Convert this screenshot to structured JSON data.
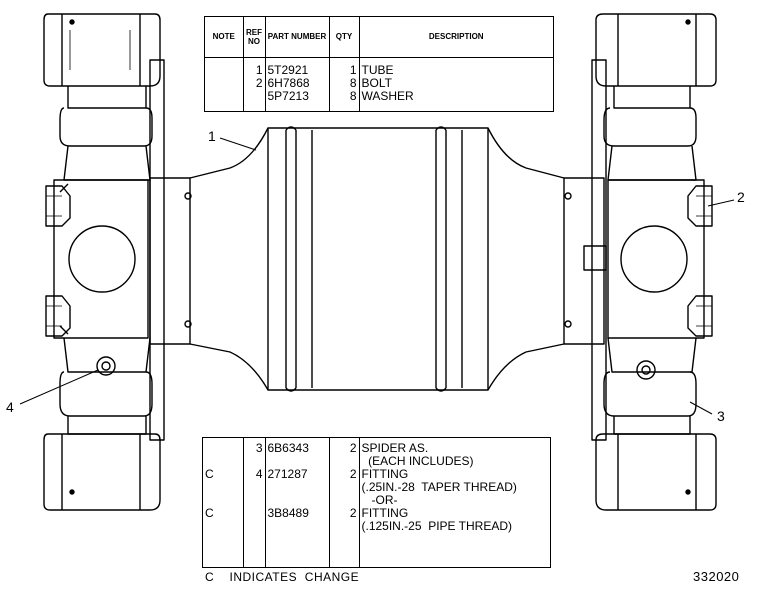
{
  "parts_table_top": {
    "headers": {
      "note": "NOTE",
      "ref_no": "REF NO",
      "part_number": "PART NUMBER",
      "qty": "QTY",
      "description": "DESCRIPTION"
    },
    "rows": [
      {
        "note": "",
        "ref": "1",
        "part": "5T2921",
        "qty": "1",
        "desc": "TUBE"
      },
      {
        "note": "",
        "ref": "2",
        "part": "6H7868",
        "qty": "8",
        "desc": "BOLT"
      },
      {
        "note": "",
        "ref": "",
        "part": "5P7213",
        "qty": "8",
        "desc": "WASHER"
      }
    ]
  },
  "parts_table_bottom": {
    "rows": [
      {
        "note": "",
        "ref": "3",
        "part": "6B6343",
        "qty": "2",
        "desc": [
          "SPIDER AS.",
          "  (EACH INCLUDES)"
        ]
      },
      {
        "note": "C",
        "ref": "4",
        "part": "271287",
        "qty": "2",
        "desc": [
          "FITTING",
          "(.25IN.-28  TAPER THREAD)",
          "   -OR-"
        ]
      },
      {
        "note": "C",
        "ref": "",
        "part": "3B8489",
        "qty": "2",
        "desc": [
          "FITTING",
          "(.125IN.-25  PIPE THREAD)"
        ]
      }
    ]
  },
  "callouts": [
    "1",
    "2",
    "3",
    "4"
  ],
  "footnote": "C    INDICATES  CHANGE",
  "drawing_number": "332020"
}
